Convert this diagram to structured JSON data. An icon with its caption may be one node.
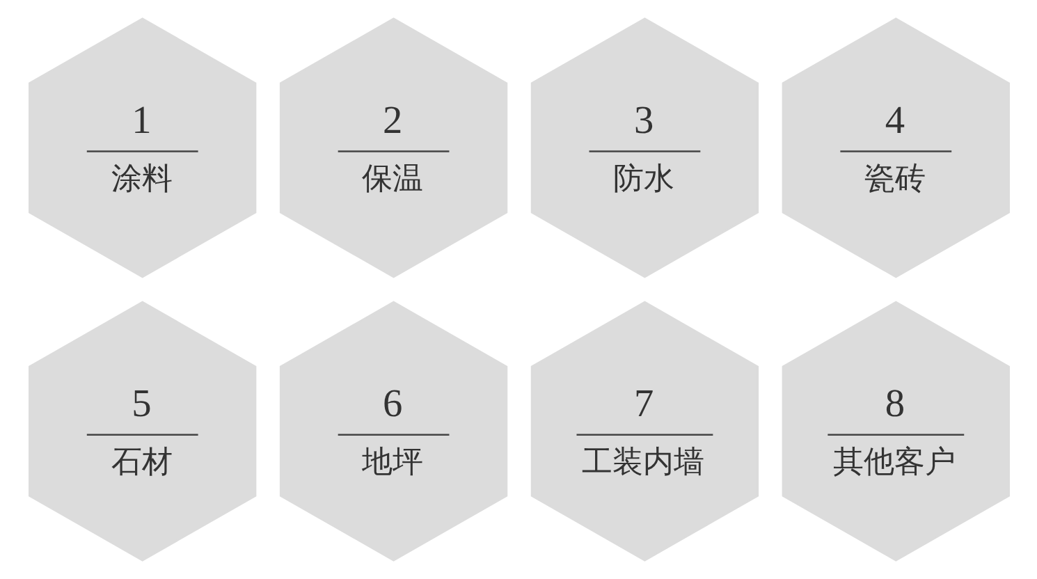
{
  "diagram": {
    "nodes": [
      {
        "text": [
          "1",
          "涂料"
        ]
      },
      {
        "text": [
          "2",
          "保温"
        ]
      },
      {
        "text": [
          "3",
          "防水"
        ]
      },
      {
        "text": [
          "4",
          "瓷砖"
        ]
      },
      {
        "text": [
          "5",
          "石材"
        ]
      },
      {
        "text": [
          "6",
          "地坪"
        ]
      },
      {
        "text": [
          "7",
          "工装内墙"
        ]
      },
      {
        "text": [
          "8",
          "其他客户"
        ]
      }
    ]
  }
}
